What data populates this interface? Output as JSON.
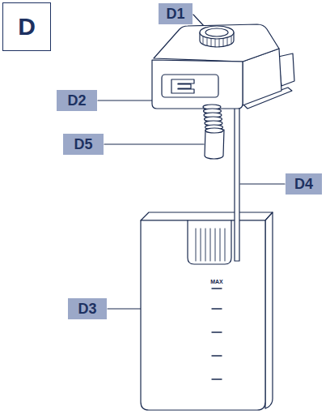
{
  "diagram": {
    "nodes": [
      {
        "text": [
          "D"
        ]
      },
      {
        "text": [
          "D1"
        ]
      },
      {
        "text": [
          "D2"
        ]
      },
      {
        "text": [
          "D5"
        ]
      },
      {
        "text": [
          "D4"
        ]
      },
      {
        "text": [
          "D3"
        ]
      }
    ],
    "labels": [
      "MAX"
    ]
  }
}
